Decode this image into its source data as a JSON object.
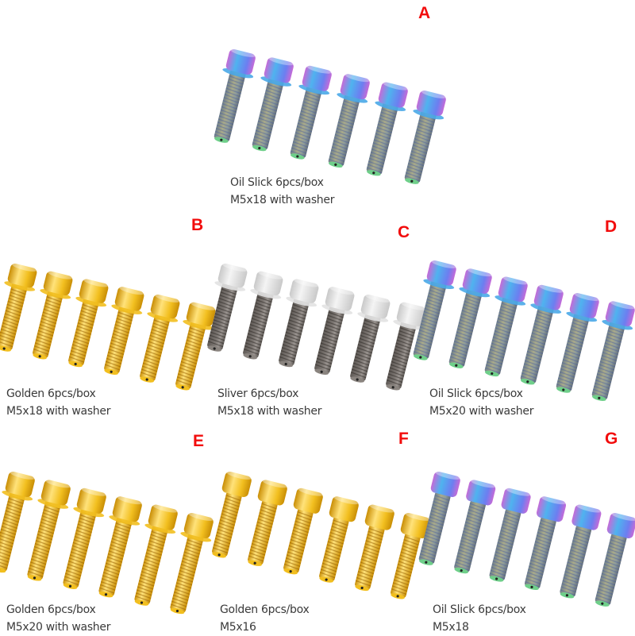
{
  "panels": [
    {
      "id": "A",
      "letter": "A",
      "finish": "oil-slick",
      "line1": "Oil Slick  6pcs/box",
      "line2": "M5x18 with washer",
      "count": 6,
      "washer": true,
      "length": 18
    },
    {
      "id": "B",
      "letter": "B",
      "finish": "golden",
      "line1": "Golden  6pcs/box",
      "line2": "M5x18 with washer",
      "count": 6,
      "washer": true,
      "length": 18
    },
    {
      "id": "C",
      "letter": "C",
      "finish": "silver",
      "line1": "Sliver  6pcs/box",
      "line2": "M5x18 with washer",
      "count": 6,
      "washer": true,
      "length": 18
    },
    {
      "id": "D",
      "letter": "D",
      "finish": "oil-slick",
      "line1": "Oil Slick  6pcs/box",
      "line2": "M5x20 with washer",
      "count": 6,
      "washer": true,
      "length": 20
    },
    {
      "id": "E",
      "letter": "E",
      "finish": "golden",
      "line1": "Golden  6pcs/box",
      "line2": "M5x20 with washer",
      "count": 6,
      "washer": true,
      "length": 20
    },
    {
      "id": "F",
      "letter": "F",
      "finish": "golden",
      "line1": "Golden  6pcs/box",
      "line2": "M5x16",
      "count": 6,
      "washer": false,
      "length": 16
    },
    {
      "id": "G",
      "letter": "G",
      "finish": "oil-slick",
      "line1": "Oil Slick  6pcs/box",
      "line2": "M5x18",
      "count": 6,
      "washer": false,
      "length": 18
    }
  ],
  "colors": {
    "letter": "#f20c0c",
    "caption": "#3a3a3a",
    "golden_light": "#ffe27a",
    "golden_mid": "#f2bf1f",
    "golden_dark": "#c98e05",
    "silver_light": "#f4f4f4",
    "silver_mid": "#c9c9c9",
    "silver_dark": "#7c7672",
    "oil_head_a": "#c56bd8",
    "oil_head_b": "#4fb3ef",
    "oil_head_c": "#6d7ef0",
    "oil_thread_a": "#a9aa8a",
    "oil_thread_b": "#8f9c9a"
  }
}
